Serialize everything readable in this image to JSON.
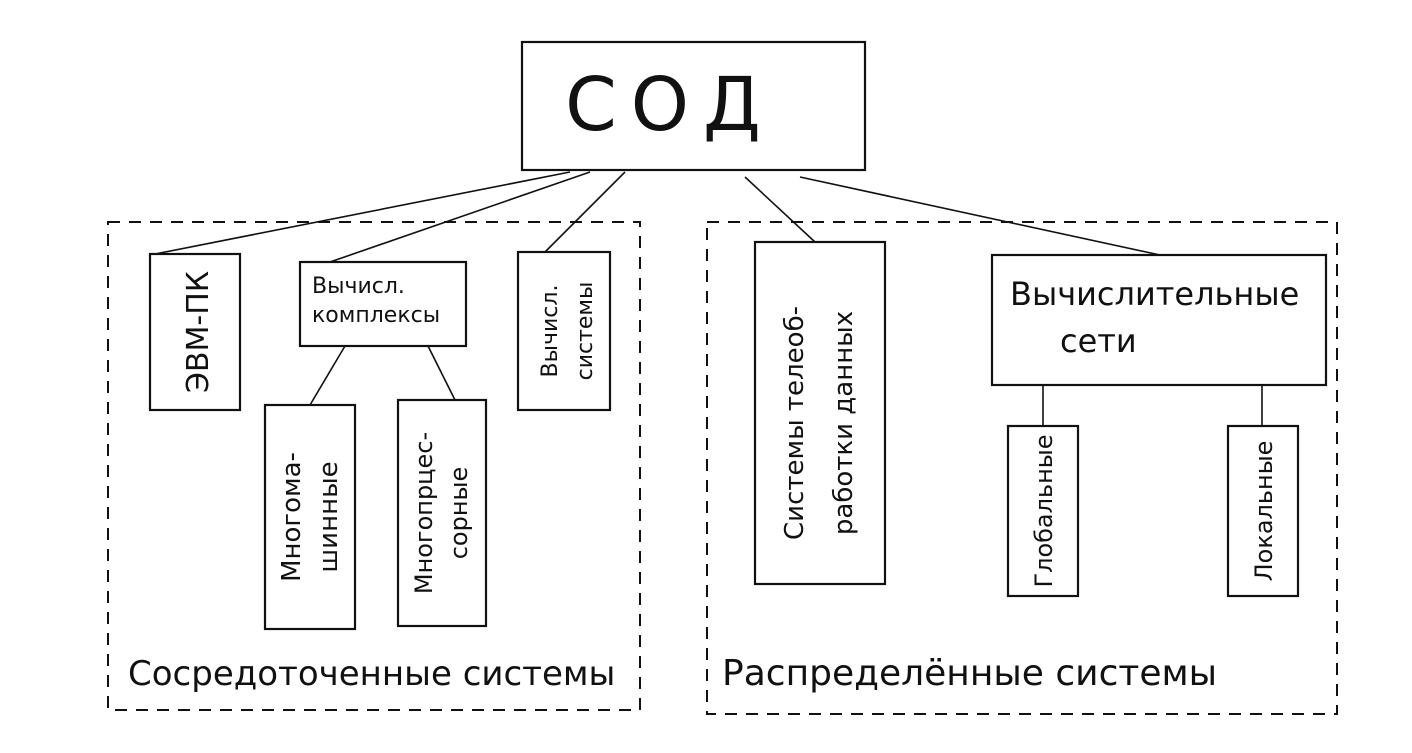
{
  "root": {
    "label": "СОД"
  },
  "groups": {
    "concentrated": {
      "caption": "Сосредоточенные системы",
      "nodes": {
        "evm_pk": "ЭВМ-ПК",
        "complexes_line1": "Вычисл.",
        "complexes_line2": "комплексы",
        "multimachine_line1": "Многома-",
        "multimachine_line2": "шинные",
        "multiprocessor_line1": "Многопрцес-",
        "multiprocessor_line2": "сорные",
        "vych_systems_line1": "Вычисл.",
        "vych_systems_line2": "системы"
      }
    },
    "distributed": {
      "caption": "Распределённые системы",
      "nodes": {
        "teleproc_line1": "Системы телеоб-",
        "teleproc_line2": "работки данных",
        "networks_line1": "Вычислительные",
        "networks_line2": "сети",
        "global": "Глобальные",
        "local": "Локальные"
      }
    }
  }
}
